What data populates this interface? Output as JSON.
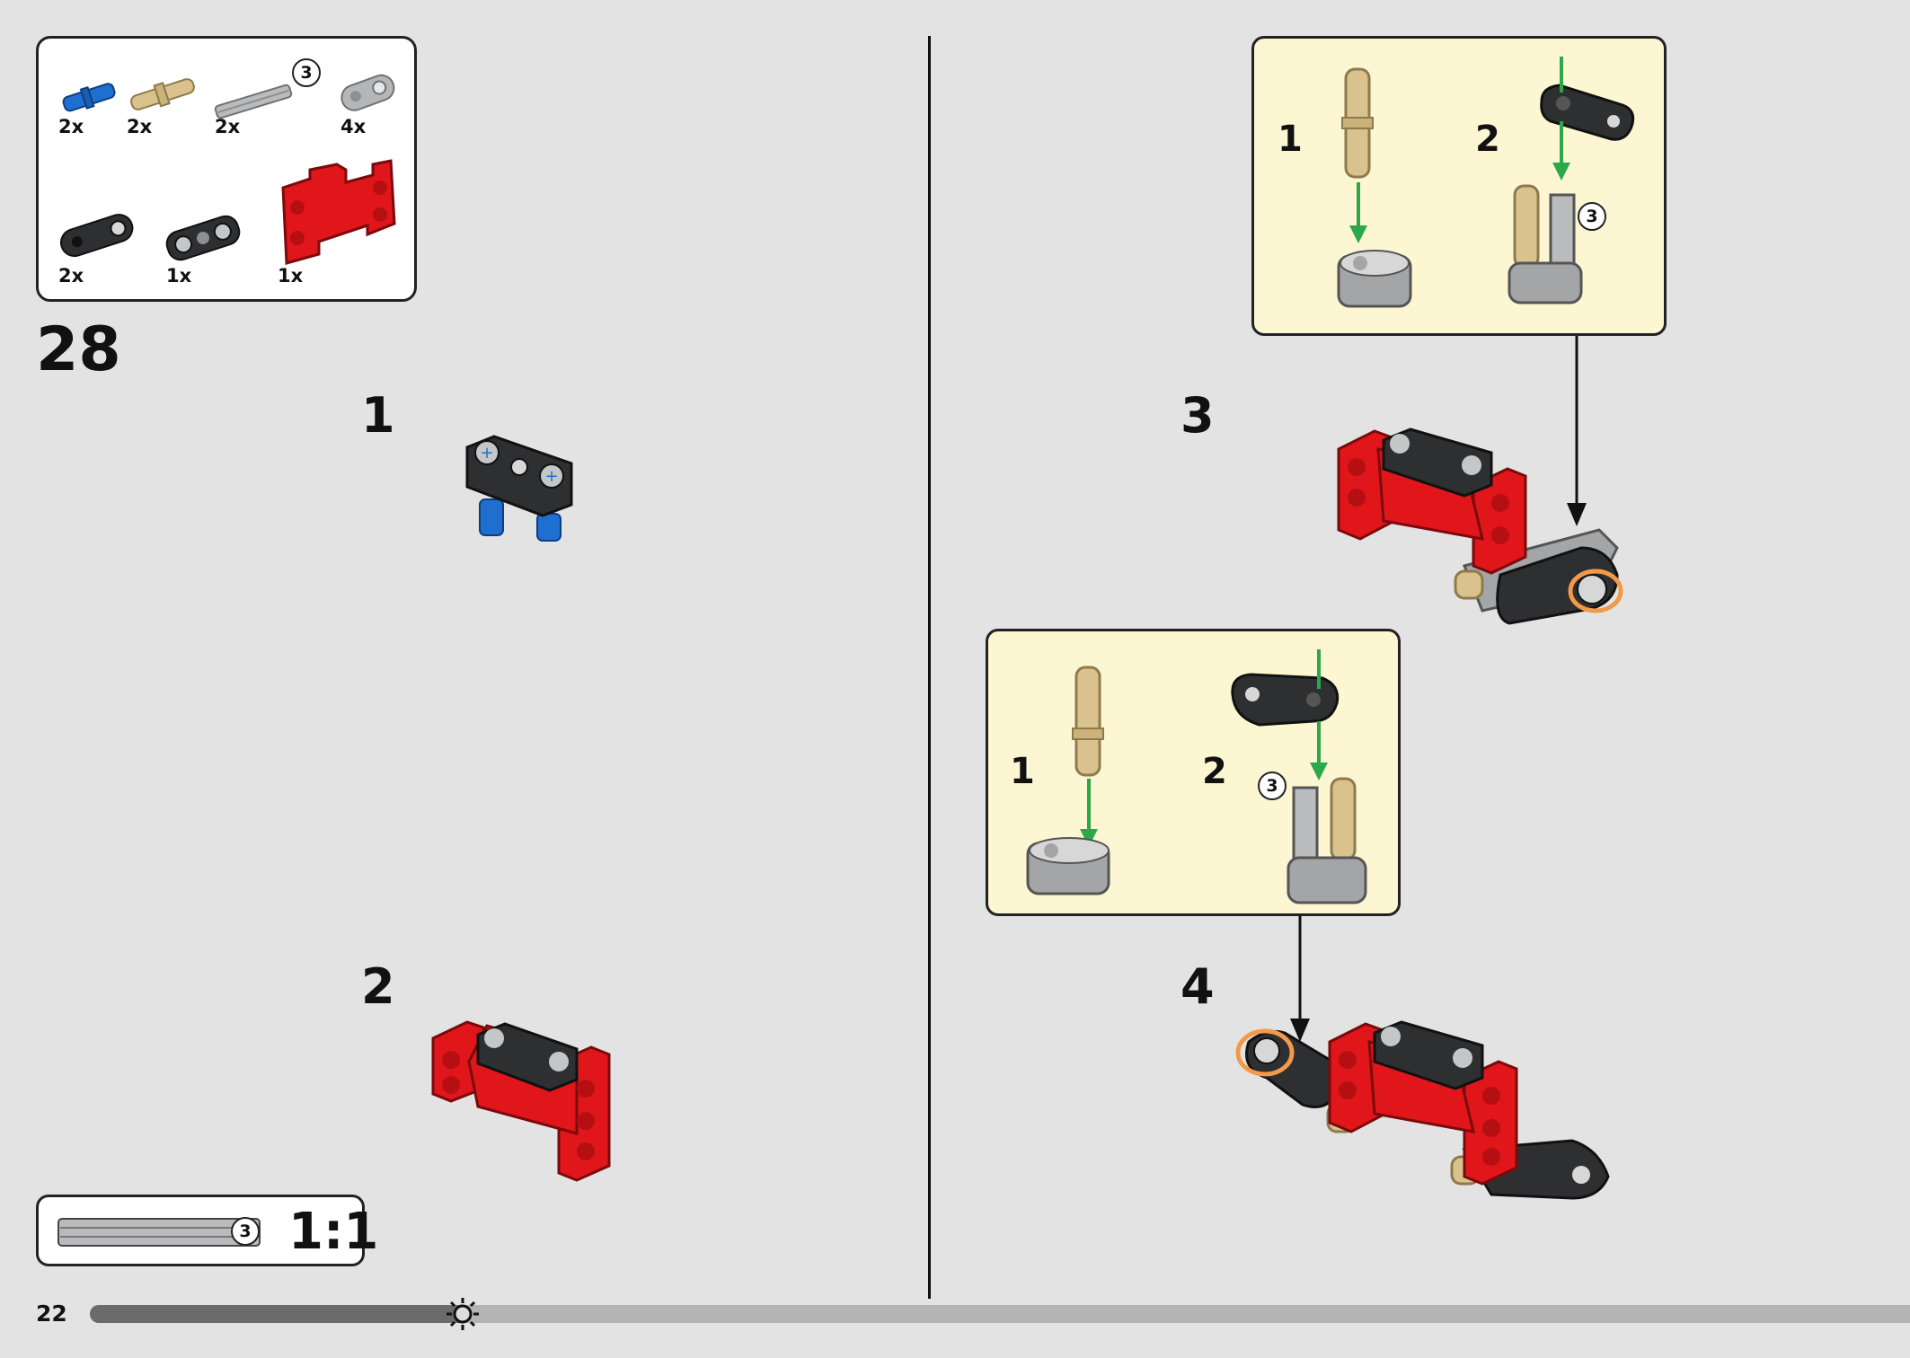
{
  "parts_list": {
    "items": [
      {
        "name": "blue-axle-pin",
        "qty": "2x"
      },
      {
        "name": "tan-pin",
        "qty": "2x"
      },
      {
        "name": "grey-axle",
        "qty": "2x",
        "size_label": "3"
      },
      {
        "name": "grey-liftarm",
        "qty": "4x"
      },
      {
        "name": "black-liftarm",
        "qty": "2x"
      },
      {
        "name": "black-double-beam",
        "qty": "1x"
      },
      {
        "name": "red-frame",
        "qty": "1x"
      }
    ]
  },
  "step": {
    "number": "28"
  },
  "sub_steps": [
    "1",
    "2",
    "3",
    "4"
  ],
  "callout_1": {
    "step_a": "1",
    "step_b": "2",
    "axle_size": "3"
  },
  "callout_2": {
    "step_a": "1",
    "step_b": "2",
    "axle_size": "3"
  },
  "scale_box": {
    "axle_size": "3",
    "scale": "1:1"
  },
  "footer": {
    "page_number": "22"
  },
  "progress": {
    "fraction": 0.205
  },
  "colors": {
    "red": "#e0161b",
    "black": "#2e2f31",
    "grey": "#a3a5a6",
    "tan": "#d9c28e",
    "blue": "#1e6fd0",
    "callout_bg": "#fdf6d3",
    "arrow_green": "#2ba84a",
    "highlight_orange": "#f2994a"
  }
}
